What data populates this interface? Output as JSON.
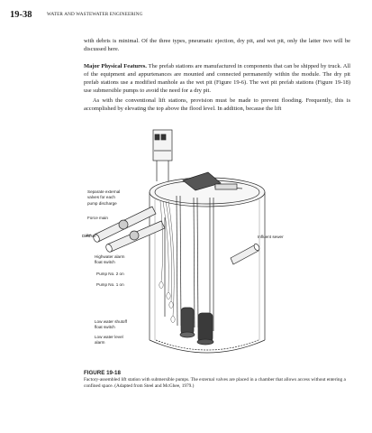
{
  "header": {
    "page_number": "19-38",
    "running_head": "WATER AND WASTEWATER ENGINEERING"
  },
  "body": {
    "paragraph_1": "with debris is minimal. Of the three types, pneumatic ejection, dry pit, and wet pit, only the latter two will be discussed here.",
    "paragraph_2_heading": "Major Physical Features.",
    "paragraph_2": "The prefab stations are manufactured in components that can be shipped by truck. All of the equipment and appurtenances are mounted and connected permanently within the module. The dry pit prefab stations use a modified manhole as the wet pit (Figure 19-6). The wet pit prefab stations (Figure 19-18) use submersible pumps to avoid the need for a dry pit.",
    "paragraph_3": "As with the conventional lift stations, provision must be made to prevent flooding. Frequently, this is accomplished by elevating the top above the flood level. In addition, because the lift"
  },
  "figure": {
    "callouts": {
      "separate_valves": [
        "Separate external",
        "valves for each",
        "pump discharge"
      ],
      "force_main": "Force main",
      "diffuser": "Diffuser",
      "influent_sewer": "Influent sewer",
      "highwater_alarm": [
        "Highwater alarm",
        "float switch"
      ],
      "pump2_on": "Pump No. 2 on",
      "pump1_on": "Pump No. 1 on",
      "low_water_shutoff": [
        "Low water shutoff",
        "float switch"
      ],
      "low_water_alarm": [
        "Low water level",
        "alarm"
      ]
    },
    "label": "FIGURE 19-18",
    "caption": "Factory-assembled lift station with submersible pumps. The external valves are placed in a chamber that allows access without entering a confined space. (Adapted from Steel and McGhee, 1979.)"
  }
}
